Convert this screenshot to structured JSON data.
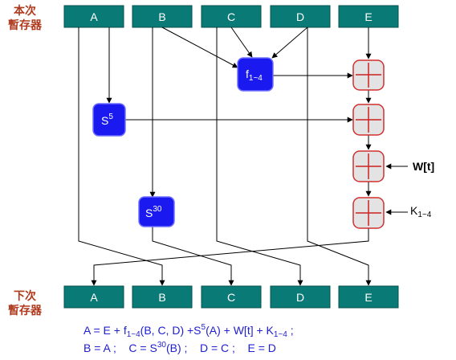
{
  "labels": {
    "current_regs_line1": "本次",
    "current_regs_line2": "暫存器",
    "next_regs_line1": "下次",
    "next_regs_line2": "暫存器"
  },
  "top_registers": [
    "A",
    "B",
    "C",
    "D",
    "E"
  ],
  "bottom_registers": [
    "A",
    "B",
    "C",
    "D",
    "E"
  ],
  "operators": {
    "f": {
      "base": "f",
      "sub": "1~4"
    },
    "s5": {
      "base": "S",
      "sup": "5"
    },
    "s30": {
      "base": "S",
      "sup": "30"
    }
  },
  "inputs": {
    "w": "W[t]",
    "k_base": "K",
    "k_sub": "1~4"
  },
  "formula": {
    "line1": {
      "p1": "A = E + f",
      "p1_sub": "1~4",
      "p2": "(B, C, D) +S",
      "p2_sup": "5",
      "p3": "(A) + W[t] + K",
      "p3_sub": "1~4",
      "p4": " ;"
    },
    "line2": {
      "p1": "B = A ;    C = S",
      "p1_sup": "30",
      "p2": "(B) ;    D = C ;    E = D"
    }
  }
}
